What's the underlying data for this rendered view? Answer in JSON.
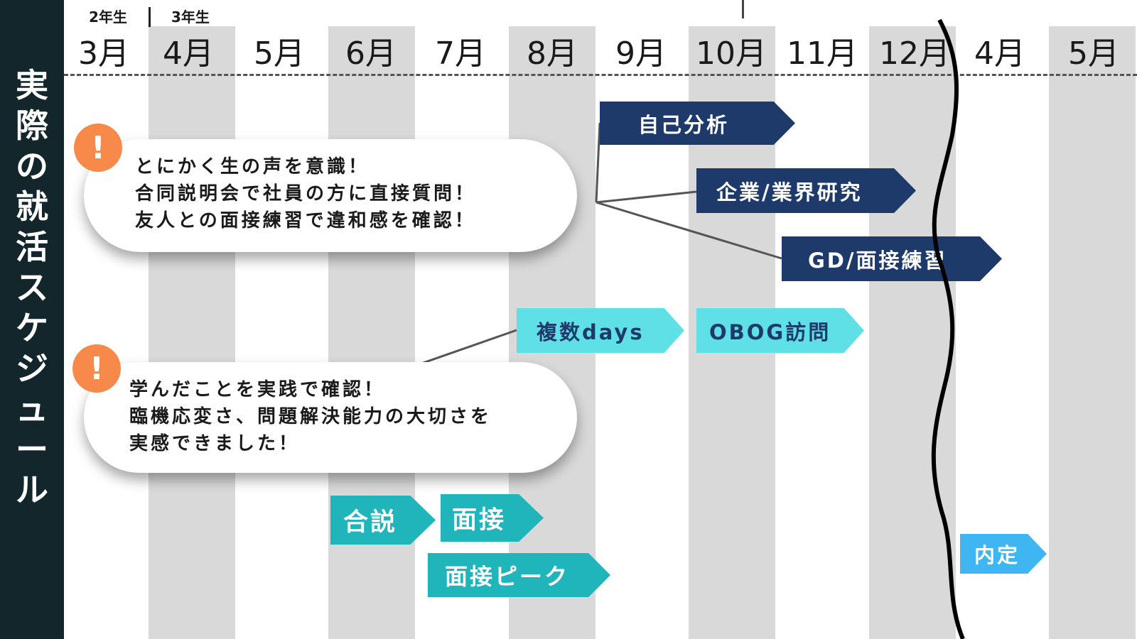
{
  "sidebar": {
    "title_chars": [
      "実",
      "際",
      "の",
      "就",
      "活",
      "ス",
      "ケ",
      "ジ",
      "ュ",
      "ー",
      "ル"
    ]
  },
  "grades": {
    "year2": "2年生",
    "year3": "3年生"
  },
  "months": [
    "3月",
    "4月",
    "5月",
    "6月",
    "7月",
    "8月",
    "9月",
    "10月",
    "11月",
    "12月",
    "4月",
    "5月"
  ],
  "colors": {
    "navy": "#1d3a6b",
    "cyan": "#5fdfe6",
    "teal": "#1fb5bb",
    "skyblue": "#3fb5f2",
    "orange": "#f7894a",
    "sidebar": "#13262b",
    "stripe": "#d9d9d9"
  },
  "tasks": {
    "self_analysis": "自己分析",
    "industry_research": "企業/業界研究",
    "gd_interview_practice": "GD/面接練習",
    "multi_day_internship": "複数days",
    "obog_visit": "OBOG訪問",
    "joint_briefing": "合説",
    "interview": "面接",
    "interview_peak": "面接ピーク",
    "offer": "内定"
  },
  "notes": {
    "note1": [
      "とにかく生の声を意識！",
      "合同説明会で社員の方に直接質問！",
      "友人との面接練習で違和感を確認！"
    ],
    "note2": [
      "学んだことを実践で確認！",
      "臨機応変さ、問題解決能力の大切さを",
      "実感できました！"
    ],
    "exclamation": "!"
  }
}
